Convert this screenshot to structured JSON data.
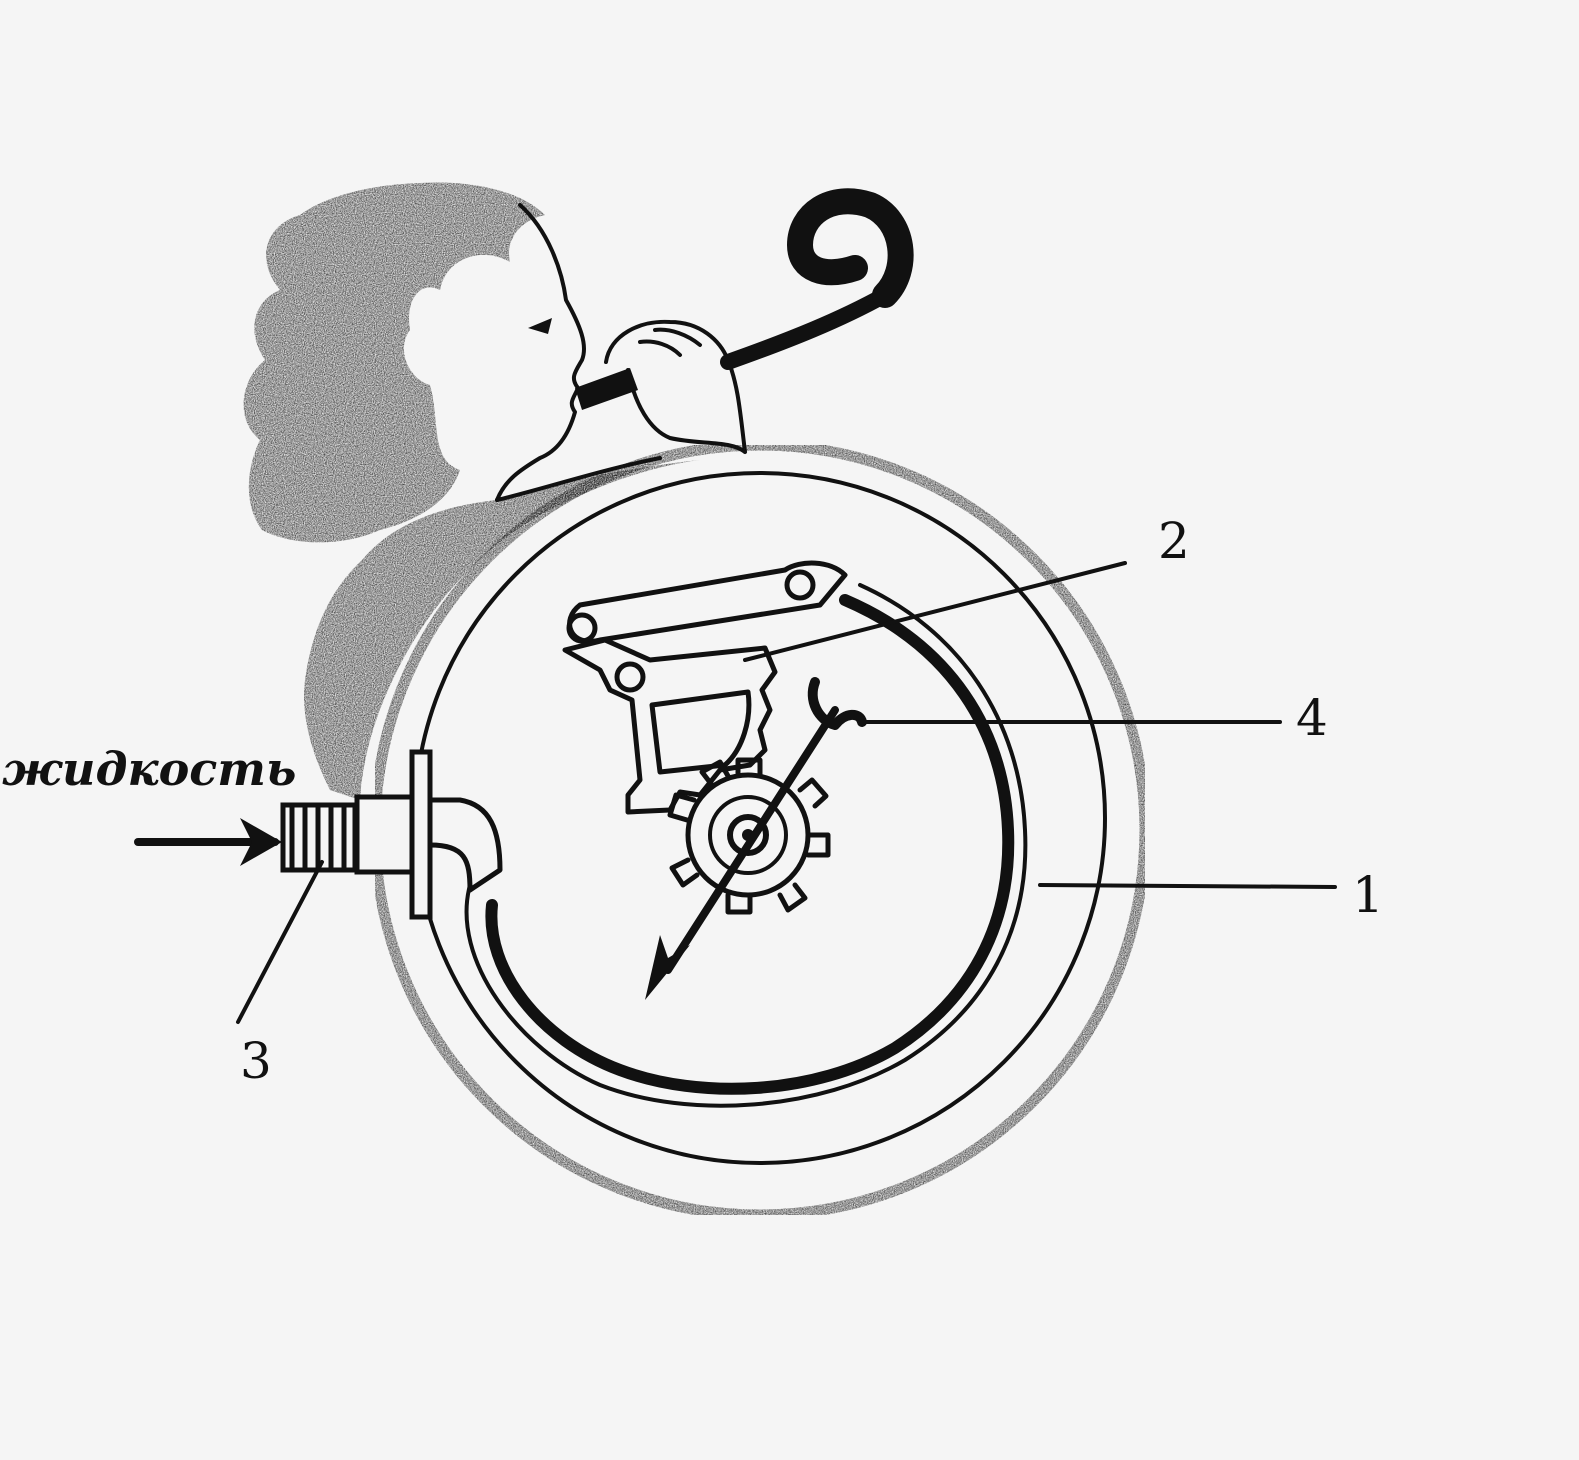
{
  "diagram": {
    "fluid_label": "жидкость",
    "callouts": [
      {
        "id": "1",
        "text": "1"
      },
      {
        "id": "2",
        "text": "2"
      },
      {
        "id": "3",
        "text": "3"
      },
      {
        "id": "4",
        "text": "4"
      }
    ]
  }
}
